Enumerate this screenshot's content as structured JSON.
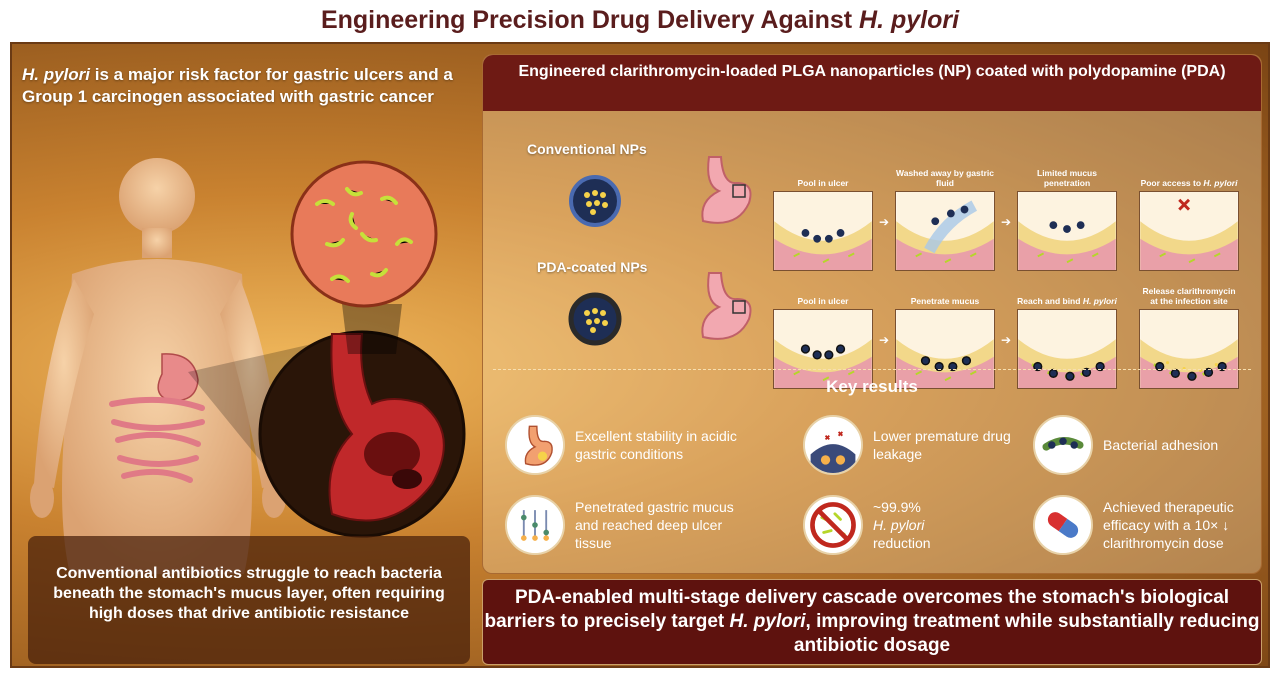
{
  "title": {
    "main": "Engineering Precision Drug Delivery Against",
    "italic": "H. pylori"
  },
  "intro": {
    "italic": "H. pylori",
    "text": " is a major risk factor for gastric ulcers and a Group 1 carcinogen associated with gastric cancer"
  },
  "left_caption": "Conventional antibiotics struggle to reach bacteria beneath the stomach's mucus layer, often requiring high doses that drive antibiotic resistance",
  "np_header": "Engineered clarithromycin-loaded PLGA nanoparticles (NP) coated with polydopamine (PDA)",
  "rows": [
    {
      "label": "Conventional NPs",
      "steps": [
        {
          "text": "Pool in ulcer",
          "italic": ""
        },
        {
          "text": "Washed away by gastric fluid",
          "italic": ""
        },
        {
          "text": "Limited mucus penetration",
          "italic": ""
        },
        {
          "text": "Poor access to",
          "italic": "H. pylori"
        }
      ]
    },
    {
      "label": "PDA-coated NPs",
      "steps": [
        {
          "text": "Pool in ulcer",
          "italic": ""
        },
        {
          "text": "Penetrate mucus",
          "italic": ""
        },
        {
          "text": "Reach and bind",
          "italic": "H. pylori"
        },
        {
          "text": "Release clarithromycin at the infection site",
          "italic": ""
        }
      ]
    }
  ],
  "key_results": {
    "title": "Key results",
    "items": [
      {
        "text": "Excellent stability in acidic gastric conditions",
        "italic": "",
        "after": "",
        "icon": "stomach-acid-icon"
      },
      {
        "text": "Lower premature drug leakage",
        "italic": "",
        "after": "",
        "icon": "drug-leakage-icon"
      },
      {
        "text": "Bacterial adhesion",
        "italic": "",
        "after": "",
        "icon": "bacteria-adhesion-icon"
      },
      {
        "text": "Penetrated gastric mucus and reached deep ulcer tissue",
        "italic": "",
        "after": "",
        "icon": "mucus-penetration-icon"
      },
      {
        "text": "~99.9%",
        "italic": "H. pylori",
        "after": "reduction",
        "icon": "no-bacteria-icon"
      },
      {
        "text": "Achieved therapeutic efficacy with a 10× ↓ clarithromycin dose",
        "italic": "",
        "after": "",
        "icon": "capsule-icon"
      }
    ]
  },
  "bottom_banner": {
    "text": "PDA-enabled multi-stage delivery cascade overcomes the stomach's biological barriers to precisely target ",
    "italic": "H. pylori",
    "after": ", improving treatment while substantially reducing antibiotic dosage"
  },
  "colors": {
    "header_bg": "#6e1a14",
    "banner_bg": "#5e120e",
    "title_text": "#5a1d1d",
    "panel_mid": "#c98230",
    "nanoparticle": "#1e2e55",
    "mucus": "#f2d88a",
    "tissue": "#e9a0a8",
    "bacteria": "#b6d62a",
    "fail_x": "#c0281e"
  }
}
